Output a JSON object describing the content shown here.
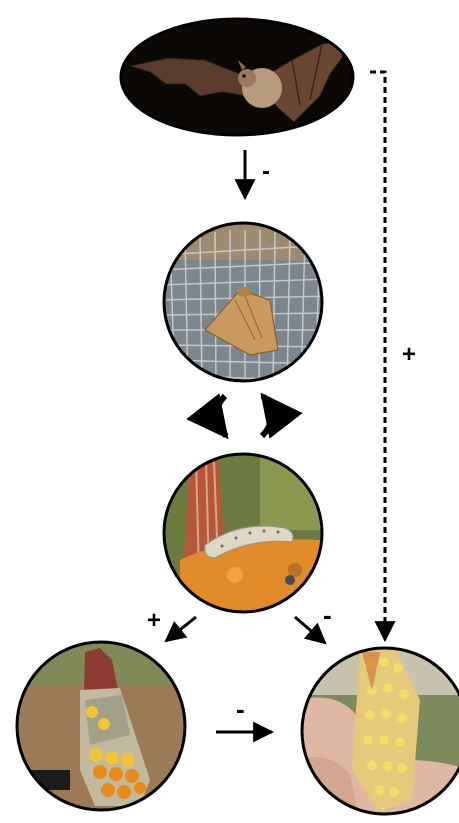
{
  "nodes": [
    {
      "id": "bat",
      "icon": "bat-photo"
    },
    {
      "id": "moth",
      "icon": "moth-on-mesh-photo"
    },
    {
      "id": "larva",
      "icon": "larva-in-corn-stalk-photo"
    },
    {
      "id": "damaged-ear",
      "icon": "moldy-corn-ear-photo"
    },
    {
      "id": "healthy-ear",
      "icon": "healthy-corn-ear-in-hand-photo"
    }
  ],
  "edges": [
    {
      "from": "bat",
      "to": "moth",
      "sign": "-",
      "style": "solid"
    },
    {
      "from": "bat",
      "to": "healthy-ear",
      "sign": "+",
      "style": "dashed"
    },
    {
      "from": "moth",
      "to": "larva",
      "sign": "",
      "style": "cycle"
    },
    {
      "from": "larva",
      "to": "damaged-ear",
      "sign": "+",
      "style": "solid"
    },
    {
      "from": "larva",
      "to": "healthy-ear",
      "sign": "-",
      "style": "solid"
    },
    {
      "from": "damaged-ear",
      "to": "healthy-ear",
      "sign": "-",
      "style": "solid"
    }
  ],
  "colors": {
    "outline": "#000000",
    "night_sky": "#0b0806",
    "bat_wing": "#5a3b2c",
    "bat_body": "#b89a7c",
    "mesh": "#8a939a",
    "moth": "#c99a5e",
    "stalk": "#b4573a",
    "larva": "#ddd7c4",
    "kernel_yellow": "#f2c638",
    "kernel_orange": "#e68a1c",
    "mold": "#a3a08a",
    "skin": "#e0b7a3"
  }
}
